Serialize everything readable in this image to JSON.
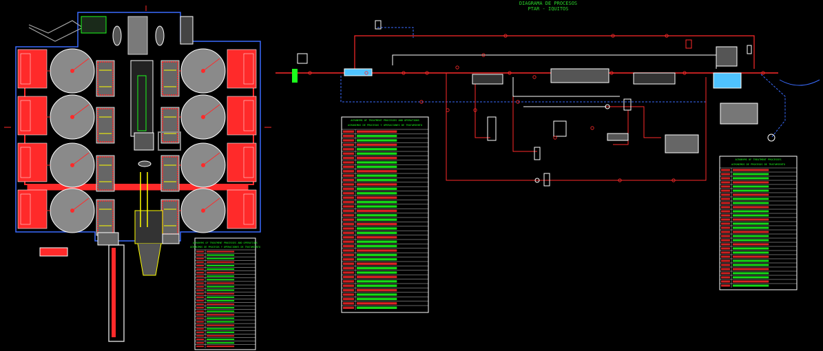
{
  "title": {
    "line1": "DIAGRAMA DE PROCESOS",
    "line2": "PTAR - IQUITOS"
  },
  "colors": {
    "background": "#000000",
    "red": "#ff2a2a",
    "white": "#ffffff",
    "blue": "#3a6cff",
    "yellow": "#ffff00",
    "green": "#1cff1c",
    "gray": "#8a8a8a",
    "cyan": "#4fc3ff",
    "title": "#2bd42b"
  },
  "tables": {
    "left": {
      "header1": "ACRONYMS OF TREATMENT PROCESSES AND OPERATIONS",
      "header2": "ACRONIMOS DE PROCESOS Y OPERACIONES DE TRATAMIENTO"
    },
    "middle": {
      "header1": "ACRONYMS OF TREATMENT PROCESSES AND OPERATIONS",
      "header2": "ACRONIMOS DE PROCESOS Y OPERACIONES DE TRATAMIENTO"
    },
    "right": {
      "header1": "ACRONYMS OF TREATMENT PROCESSES",
      "header2": "ACRONIMOS DE PROCESOS DE TRATAMIENTO"
    }
  }
}
